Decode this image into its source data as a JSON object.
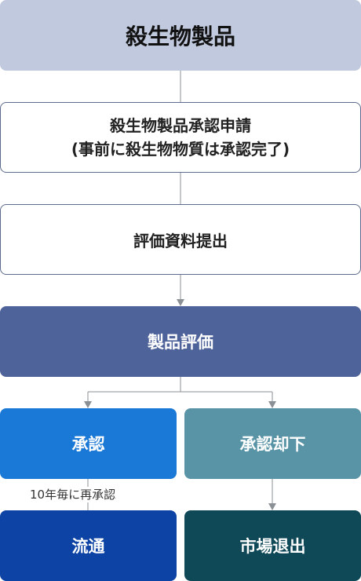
{
  "title": "殺生物製品",
  "steps": {
    "application_line1": "殺生物製品承認申請",
    "application_line2": "(事前に殺生物物質は承認完了)",
    "submit_evaluation_data": "評価資料提出",
    "product_evaluation": "製品評価"
  },
  "outcomes": {
    "approval": "承認",
    "rejection": "承認却下",
    "distribution": "流通",
    "market_withdrawal": "市場退出"
  },
  "renewal_note": "10年毎に再承認",
  "colors": {
    "title_bg": "#c1c9de",
    "box_border": "#5b6a8e",
    "evaluation_bg": "#4f639b",
    "approval_bg": "#1a78d6",
    "rejection_bg": "#5994a6",
    "distribution_bg": "#0c43a4",
    "withdrawal_bg": "#0f4856",
    "connector": "#8a9096"
  }
}
